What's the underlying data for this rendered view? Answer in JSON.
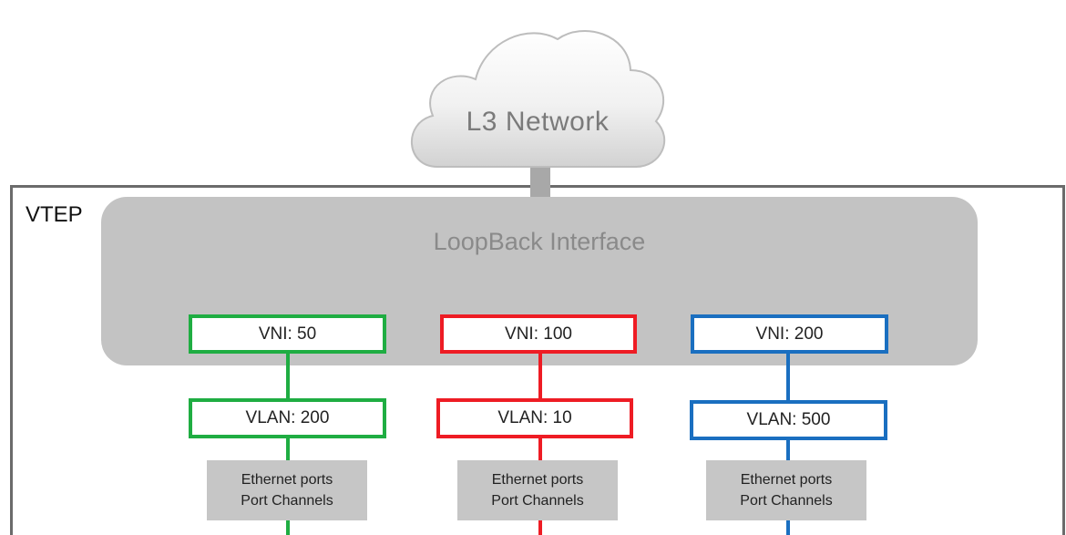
{
  "cloud": {
    "label": "L3 Network"
  },
  "vtep": {
    "label": "VTEP"
  },
  "loopback": {
    "label": "LoopBack Interface"
  },
  "columns": [
    {
      "vni": "VNI: 50",
      "vlan": "VLAN: 200",
      "ports_line1": "Ethernet ports",
      "ports_line2": "Port Channels",
      "color": "#1fad42"
    },
    {
      "vni": "VNI: 100",
      "vlan": "VLAN: 10",
      "ports_line1": "Ethernet ports",
      "ports_line2": "Port Channels",
      "color": "#ee1c24"
    },
    {
      "vni": "VNI: 200",
      "vlan": "VLAN: 500",
      "ports_line1": "Ethernet ports",
      "ports_line2": "Port Channels",
      "color": "#1a6fc0"
    }
  ]
}
